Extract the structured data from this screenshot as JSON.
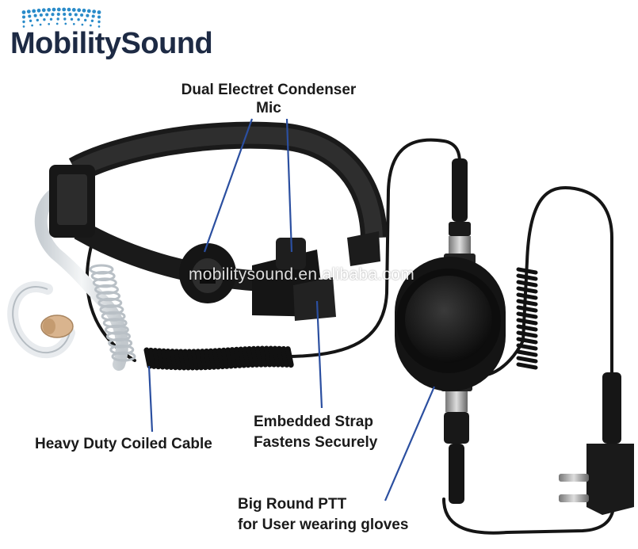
{
  "brand": {
    "name_part1": "Mobility",
    "name_part2": "Sound",
    "logo_color": "#1d2a44",
    "wave_color": "#2a8bc9"
  },
  "watermark": "mobilitysound.en.alibaba.com",
  "callouts": {
    "mic_line1": "Dual Electret Condenser",
    "mic_line2": "Mic",
    "cable": "Heavy Duty Coiled Cable",
    "strap_line1": "Embedded Strap",
    "strap_line2": "Fastens Securely",
    "ptt_line1": "Big Round PTT",
    "ptt_line2": "for User wearing gloves"
  },
  "colors": {
    "leader_line": "#2b4fa0",
    "device_dark": "#1b1b1b",
    "tube": "#dfe3e6"
  }
}
